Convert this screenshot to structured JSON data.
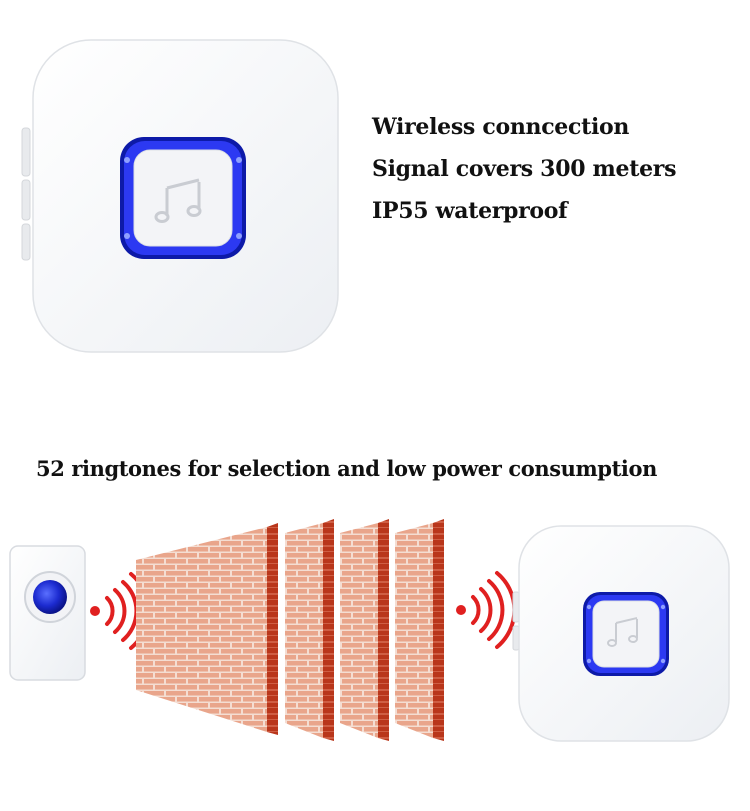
{
  "features": [
    "Wireless conncection",
    "Signal covers 300 meters",
    "IP55 waterproof"
  ],
  "headline": "52 ringtones for selection and low power consumption",
  "colors": {
    "led": "#1a2cf0",
    "signal": "#e02020",
    "brick": "#e8a48a",
    "mortar": "#f5ddd2",
    "wall_edge": "#c8391c"
  },
  "icons": {
    "receiver": "music-note-icon",
    "transmitter": "button-icon",
    "signal": "wifi-arc-icon"
  }
}
